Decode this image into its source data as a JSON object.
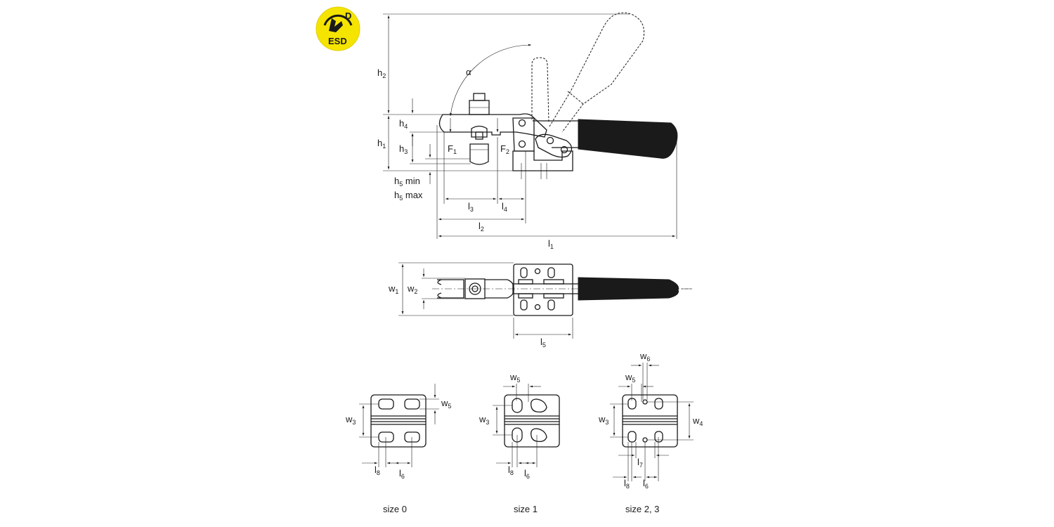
{
  "esd_badge": {
    "lettering": "ESD",
    "class_letter": "D",
    "color": "#f5e400"
  },
  "colors": {
    "ink": "#1a1a1a",
    "background": "#ffffff",
    "badge": "#f5e400"
  },
  "labels": {
    "alpha": "α",
    "h2": "h",
    "h2_sub": "2",
    "h1": "h",
    "h1_sub": "1",
    "h3": "h",
    "h3_sub": "3",
    "h4": "h",
    "h4_sub": "4",
    "h5min": "h",
    "h5min_sub": "5",
    "h5min_suffix": " min",
    "h5max": "h",
    "h5max_sub": "5",
    "h5max_suffix": " max",
    "F1": "F",
    "F1_sub": "1",
    "F2": "F",
    "F2_sub": "2",
    "l1": "l",
    "l1_sub": "1",
    "l2": "l",
    "l2_sub": "2",
    "l3": "l",
    "l3_sub": "3",
    "l4": "l",
    "l4_sub": "4",
    "l5": "l",
    "l5_sub": "5",
    "w1": "w",
    "w1_sub": "1",
    "w2": "w",
    "w2_sub": "2"
  },
  "base_variants": [
    {
      "caption": "size 0",
      "w3": "w",
      "w3_sub": "3",
      "w5": "w",
      "w5_sub": "5",
      "l8": "l",
      "l8_sub": "8",
      "l6": "l",
      "l6_sub": "6"
    },
    {
      "caption": "size 1",
      "w3": "w",
      "w3_sub": "3",
      "w5": "w",
      "w5_sub": "5",
      "l8": "l",
      "l8_sub": "8",
      "l6": "l",
      "l6_sub": "6"
    },
    {
      "caption": "size 2, 3",
      "w3": "w",
      "w3_sub": "3",
      "w4": "w",
      "w4_sub": "4",
      "w5": "w",
      "w5_sub": "5",
      "w6": "w",
      "w6_sub": "6",
      "l7": "l",
      "l7_sub": "7",
      "l8": "l",
      "l8_sub": "8",
      "l6": "l",
      "l6_sub": "6"
    }
  ]
}
